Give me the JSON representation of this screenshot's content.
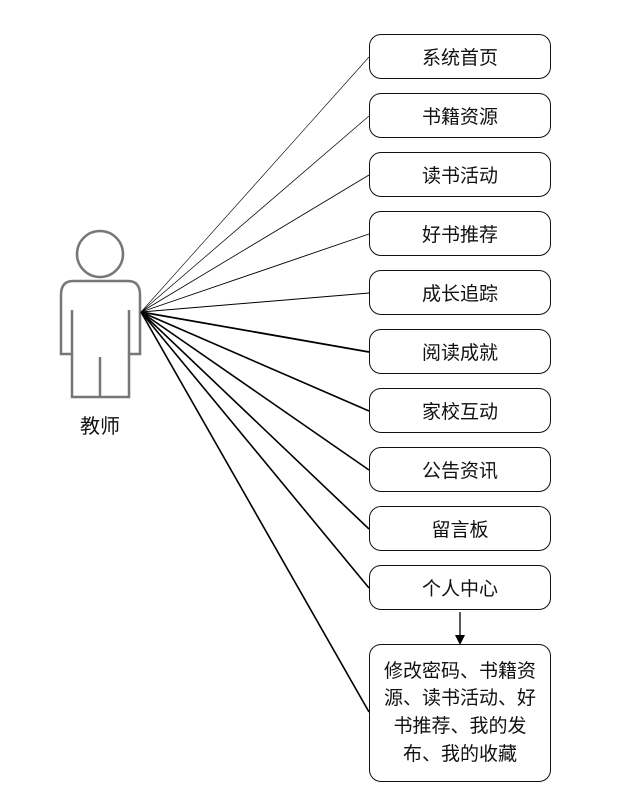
{
  "actor": {
    "name": "教师"
  },
  "use_cases": [
    {
      "label": "系统首页"
    },
    {
      "label": "书籍资源"
    },
    {
      "label": "读书活动"
    },
    {
      "label": "好书推荐"
    },
    {
      "label": "成长追踪"
    },
    {
      "label": "阅读成就"
    },
    {
      "label": "家校互动"
    },
    {
      "label": "公告资讯"
    },
    {
      "label": "留言板"
    },
    {
      "label": "个人中心"
    }
  ],
  "personal_center_detail": {
    "text": "修改密码、书籍资源、读书活动、好书推荐、我的发布、我的收藏"
  }
}
